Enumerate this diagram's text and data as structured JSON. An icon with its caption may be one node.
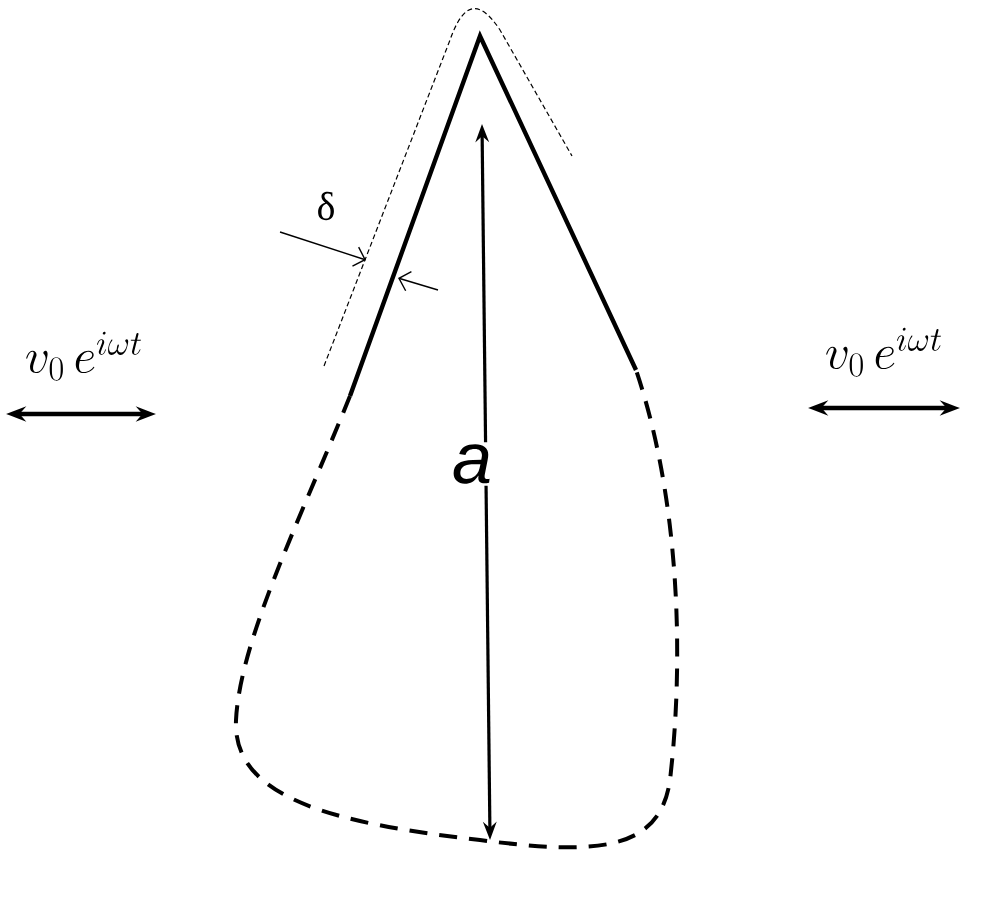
{
  "diagram": {
    "labels": [
      "δ",
      "v_{0}\\, e^{i\\omega t}",
      "v_{0}\\, e^{i\\omega t}",
      "a"
    ]
  }
}
